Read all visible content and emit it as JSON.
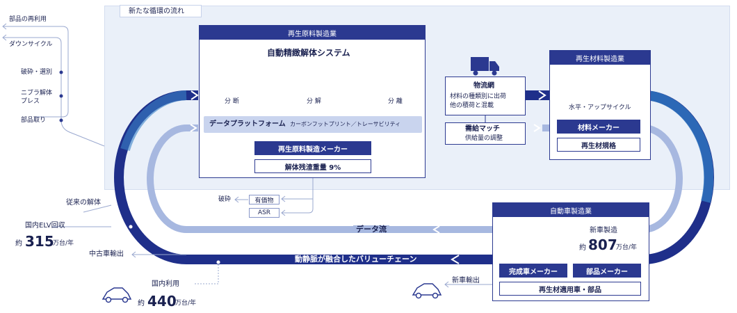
{
  "region": {
    "label": "新たな循環の流れ"
  },
  "left_flow": {
    "reuse": "部品の再利用",
    "downcycle": "ダウンサイクル",
    "crush_sort": "破砕・選別",
    "nibbler_1": "ニブラ解体",
    "nibbler_2": "プレス",
    "parts_removal": "部品取り",
    "conventional": "従来の解体"
  },
  "elv": {
    "label": "国内ELV回収",
    "prefix": "約",
    "number": "315",
    "unit": "万台/年"
  },
  "used_export": "中古車輸出",
  "domestic_use": {
    "label": "国内利用",
    "prefix": "約",
    "number": "440",
    "unit": "万台/年"
  },
  "raw_material": {
    "header": "再生原料製造業",
    "system_title": "自動精緻解体システム",
    "steps": [
      "分 断",
      "分 解",
      "分 離"
    ],
    "manufacturer": "再生原料製造メーカー",
    "residue": "解体残渣重量 9%"
  },
  "data_platform": {
    "title": "データプラットフォーム",
    "subtitle": "カーボンフットプリント／トレーサビリティ"
  },
  "residue_flow": {
    "crush": "破砕",
    "valuable": "有価物",
    "asr": "ASR"
  },
  "logistics": {
    "title": "物流網",
    "line1": "材料の種類別に出荷",
    "line2": "他の積荷と混載"
  },
  "matching": {
    "title": "需給マッチ",
    "subtitle": "供給量の調整"
  },
  "recycled_material": {
    "header": "再生材料製造業",
    "caption": "水平・アップサイクル",
    "maker": "材料メーカー",
    "standard": "再生材規格"
  },
  "auto_industry": {
    "header": "自動車製造業",
    "new_car_label": "新車製造",
    "prefix": "約",
    "number": "807",
    "unit": "万台/年",
    "car_maker": "完成車メーカー",
    "parts_maker": "部品メーカー",
    "recycled_parts": "再生材適用車・部品"
  },
  "new_export": "新車輸出",
  "data_flow": "データ流",
  "value_chain": "動静脈が融合したバリューチェーン",
  "colors": {
    "navy": "#2b3990",
    "blue": "#2f6fb5",
    "light": "#9eb1dc",
    "region": "#eaf0f9"
  }
}
